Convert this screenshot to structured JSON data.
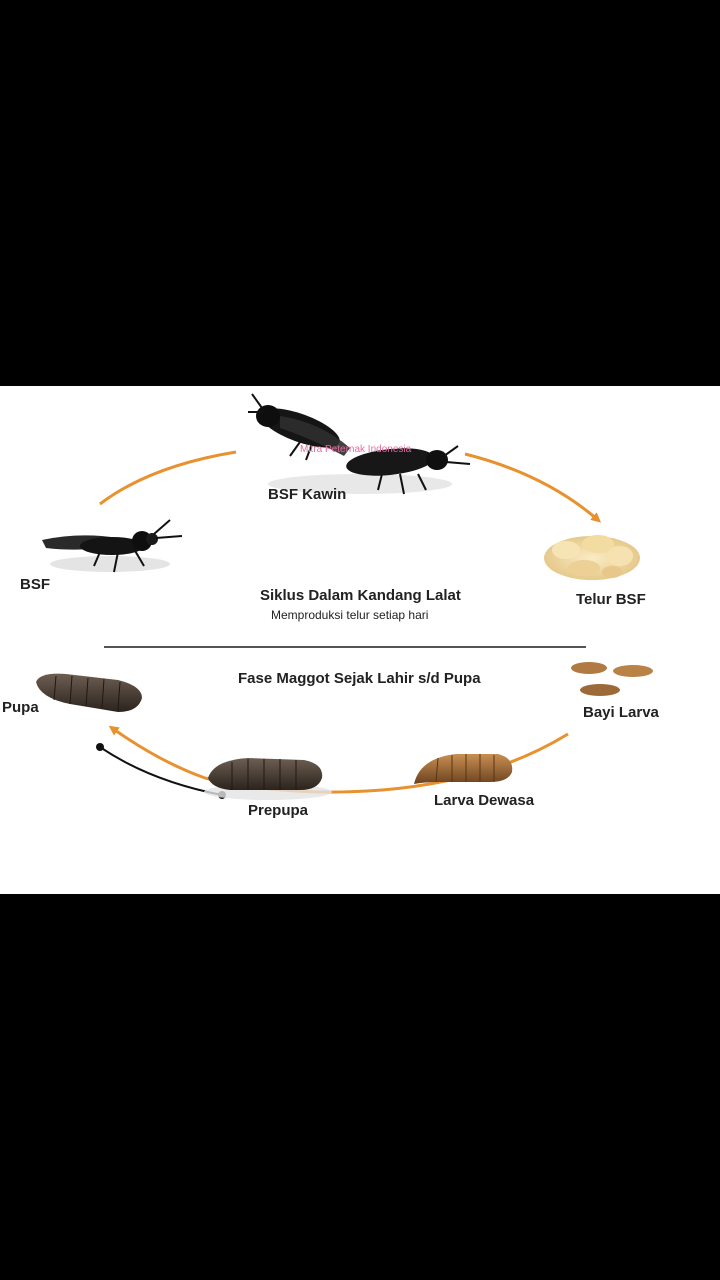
{
  "diagram": {
    "top_cycle": {
      "title": "Siklus Dalam Kandang Lalat",
      "subtitle": "Memproduksi telur setiap hari"
    },
    "bottom_cycle": {
      "title": "Fase Maggot Sejak Lahir s/d Pupa"
    },
    "stages": {
      "bsf": "BSF",
      "bsf_kawin": "BSF Kawin",
      "telur_bsf": "Telur BSF",
      "bayi_larva": "Bayi Larva",
      "larva_dewasa": "Larva Dewasa",
      "prepupa": "Prepupa",
      "pupa": "Pupa"
    },
    "watermark": "Mitra Peternak Indonesia",
    "colors": {
      "arrow": "#e8912e",
      "divider": "#555555",
      "background": "#ffffff",
      "outer": "#000000"
    }
  }
}
